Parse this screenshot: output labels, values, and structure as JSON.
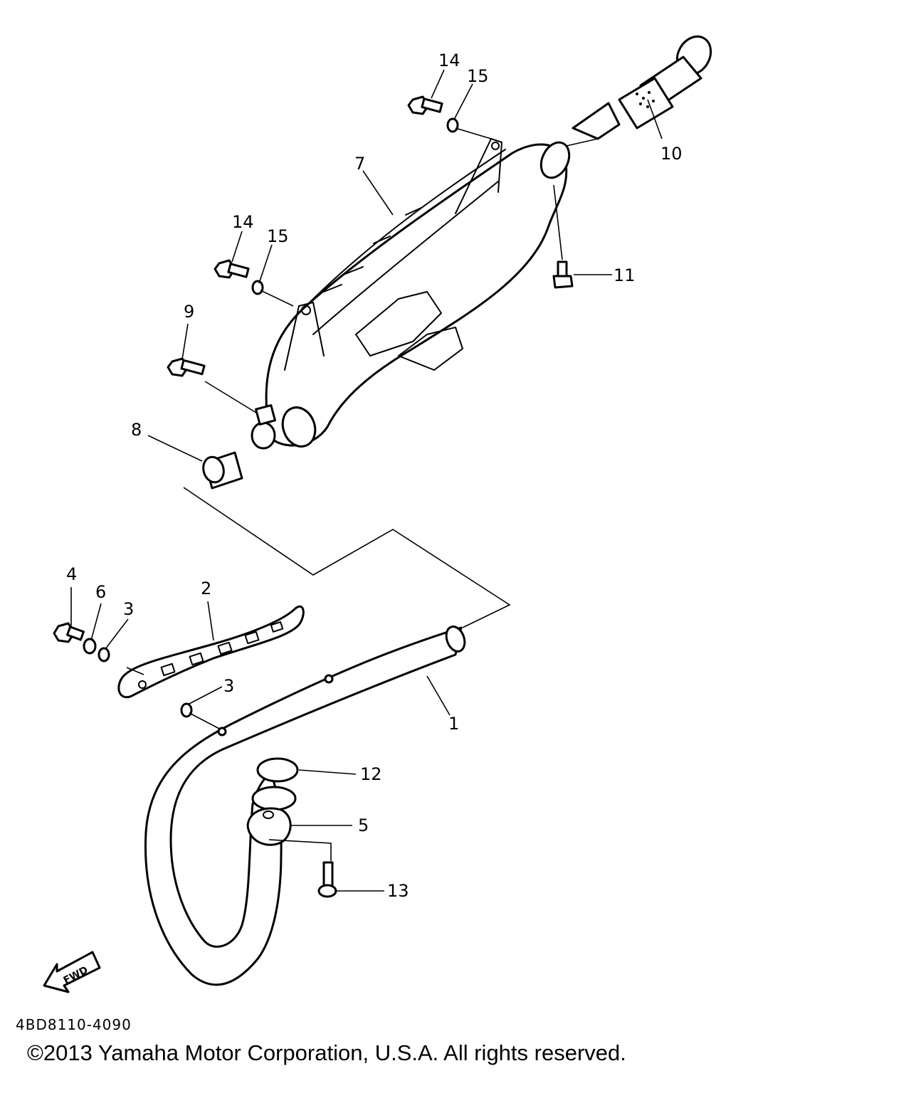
{
  "parts": [
    {
      "id": "label-1",
      "text": "1"
    },
    {
      "id": "label-2",
      "text": "2"
    },
    {
      "id": "label-3a",
      "text": "3"
    },
    {
      "id": "label-3b",
      "text": "3"
    },
    {
      "id": "label-4",
      "text": "4"
    },
    {
      "id": "label-5",
      "text": "5"
    },
    {
      "id": "label-6",
      "text": "6"
    },
    {
      "id": "label-7",
      "text": "7"
    },
    {
      "id": "label-8",
      "text": "8"
    },
    {
      "id": "label-9",
      "text": "9"
    },
    {
      "id": "label-10",
      "text": "10"
    },
    {
      "id": "label-11",
      "text": "11"
    },
    {
      "id": "label-12",
      "text": "12"
    },
    {
      "id": "label-13",
      "text": "13"
    },
    {
      "id": "label-14a",
      "text": "14"
    },
    {
      "id": "label-14b",
      "text": "14"
    },
    {
      "id": "label-15a",
      "text": "15"
    },
    {
      "id": "label-15b",
      "text": "15"
    }
  ],
  "fwd_label": "FWD",
  "diagram_code": "4BD8110-4090",
  "copyright": "©2013 Yamaha Motor Corporation, U.S.A. All rights reserved."
}
